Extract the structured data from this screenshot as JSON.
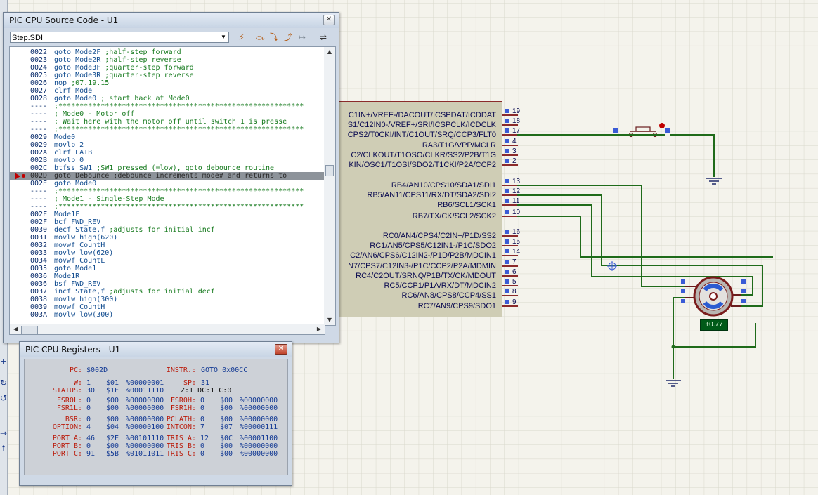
{
  "source_window": {
    "title": "PIC CPU Source Code - U1",
    "file": "Step.SDI",
    "highlight_index": 16,
    "lines": [
      {
        "addr": "0022",
        "code": "goto Mode2F",
        "comment": ";half-step forward"
      },
      {
        "addr": "0023",
        "code": "goto Mode2R",
        "comment": ";half-step reverse"
      },
      {
        "addr": "0024",
        "code": "goto Mode3F",
        "comment": ";quarter-step forward"
      },
      {
        "addr": "0025",
        "code": "goto Mode3R",
        "comment": ";quarter-step reverse"
      },
      {
        "addr": "0026",
        "code": "nop",
        "comment": ";07.19.15"
      },
      {
        "addr": "0027",
        "code": "clrf Mode",
        "comment": ""
      },
      {
        "addr": "0028",
        "code": "goto Mode0",
        "comment": "; start back at Mode0"
      },
      {
        "addr": "----",
        "code": "",
        "comment": ";**********************************************************"
      },
      {
        "addr": "----",
        "code": "",
        "comment": "; Mode0 - Motor off"
      },
      {
        "addr": "----",
        "code": "",
        "comment": "; Wait here with the motor off until switch 1 is presse"
      },
      {
        "addr": "----",
        "code": "",
        "comment": ";**********************************************************"
      },
      {
        "addr": "0029",
        "code": "Mode0",
        "comment": ""
      },
      {
        "addr": "0029",
        "code": "movlb 2",
        "comment": ""
      },
      {
        "addr": "002A",
        "code": "clrf LATB",
        "comment": ""
      },
      {
        "addr": "002B",
        "code": "movlb 0",
        "comment": ""
      },
      {
        "addr": "002C",
        "code": "btfss SW1",
        "comment": ";SW1 pressed (=low), goto debounce routine"
      },
      {
        "addr": "002D",
        "code": "goto Debounce",
        "comment": ";debounce increments mode# and returns to"
      },
      {
        "addr": "002E",
        "code": "goto Mode0",
        "comment": ""
      },
      {
        "addr": "----",
        "code": "",
        "comment": ";**********************************************************"
      },
      {
        "addr": "----",
        "code": "",
        "comment": "; Mode1 - Single-Step Mode"
      },
      {
        "addr": "----",
        "code": "",
        "comment": ";**********************************************************"
      },
      {
        "addr": "002F",
        "code": "Mode1F",
        "comment": ""
      },
      {
        "addr": "002F",
        "code": "bcf FWD_REV",
        "comment": ""
      },
      {
        "addr": "0030",
        "code": "decf State,f",
        "comment": ";adjusts for initial incf"
      },
      {
        "addr": "0031",
        "code": "movlw high(620)",
        "comment": ""
      },
      {
        "addr": "0032",
        "code": "movwf CountH",
        "comment": ""
      },
      {
        "addr": "0033",
        "code": "movlw low(620)",
        "comment": ""
      },
      {
        "addr": "0034",
        "code": "movwf CountL",
        "comment": ""
      },
      {
        "addr": "0035",
        "code": "goto Mode1",
        "comment": ""
      },
      {
        "addr": "0036",
        "code": "Mode1R",
        "comment": ""
      },
      {
        "addr": "0036",
        "code": "bsf FWD_REV",
        "comment": ""
      },
      {
        "addr": "0037",
        "code": "incf State,f",
        "comment": ";adjusts for initial decf"
      },
      {
        "addr": "0038",
        "code": "movlw high(300)",
        "comment": ""
      },
      {
        "addr": "0039",
        "code": "movwf CountH",
        "comment": ""
      },
      {
        "addr": "003A",
        "code": "movlw low(300)",
        "comment": ""
      }
    ]
  },
  "registers_window": {
    "title": "PIC CPU Registers - U1",
    "pc": {
      "label": "PC:",
      "value": "$002D"
    },
    "instr": {
      "label": "INSTR.:",
      "value": "GOTO 0x00CC"
    },
    "w": {
      "label": "W:",
      "dec": "1",
      "hex": "$01",
      "bin": "%00000001"
    },
    "sp": {
      "label": "SP:",
      "value": "31"
    },
    "status": {
      "label": "STATUS:",
      "dec": "30",
      "hex": "$1E",
      "bin": "%00011110",
      "flags": "Z:1 DC:1 C:0"
    },
    "rows": [
      [
        {
          "label": "FSR0L:",
          "dec": "0",
          "hex": "$00",
          "bin": "%00000000"
        },
        {
          "label": "FSR0H:",
          "dec": "0",
          "hex": "$00",
          "bin": "%00000000"
        }
      ],
      [
        {
          "label": "FSR1L:",
          "dec": "0",
          "hex": "$00",
          "bin": "%00000000"
        },
        {
          "label": "FSR1H:",
          "dec": "0",
          "hex": "$00",
          "bin": "%00000000"
        }
      ],
      [
        {
          "label": "BSR:",
          "dec": "0",
          "hex": "$00",
          "bin": "%00000000"
        },
        {
          "label": "PCLATH:",
          "dec": "0",
          "hex": "$00",
          "bin": "%00000000"
        }
      ],
      [
        {
          "label": "OPTION:",
          "dec": "4",
          "hex": "$04",
          "bin": "%00000100"
        },
        {
          "label": "INTCON:",
          "dec": "7",
          "hex": "$07",
          "bin": "%00000111"
        }
      ],
      [
        {
          "label": "PORT A:",
          "dec": "46",
          "hex": "$2E",
          "bin": "%00101110"
        },
        {
          "label": "TRIS A:",
          "dec": "12",
          "hex": "$0C",
          "bin": "%00001100"
        }
      ],
      [
        {
          "label": "PORT B:",
          "dec": "0",
          "hex": "$00",
          "bin": "%00000000"
        },
        {
          "label": "TRIS B:",
          "dec": "0",
          "hex": "$00",
          "bin": "%00000000"
        }
      ],
      [
        {
          "label": "PORT C:",
          "dec": "91",
          "hex": "$5B",
          "bin": "%01011011"
        },
        {
          "label": "TRIS C:",
          "dec": "0",
          "hex": "$00",
          "bin": "%00000000"
        }
      ]
    ]
  },
  "chip": {
    "pins": [
      {
        "label": "C1IN+/VREF-/DACOUT/ICSPDAT/ICDDAT",
        "num": "19"
      },
      {
        "label": "S1/C12IN0-/VREF+/SRI/ICSPCLK/ICDCLK",
        "num": "18"
      },
      {
        "label": "CPS2/T0CKI/INT/C1OUT/SRQ/CCP3/FLT0",
        "num": "17"
      },
      {
        "label": "RA3/T1G/VPP/MCLR",
        "num": "4"
      },
      {
        "label": "C2/CLKOUT/T1OSO/CLKR/SS2/P2B/T1G",
        "num": "3"
      },
      {
        "label": "KIN/OSC1/T1OSI/SDO2/T1CKI/P2A/CCP2",
        "num": "2"
      },
      {
        "label": "RB4/AN10/CPS10/SDA1/SDI1",
        "num": "13"
      },
      {
        "label": "RB5/AN11/CPS11/RX/DT/SDA2/SDI2",
        "num": "12"
      },
      {
        "label": "RB6/SCL1/SCK1",
        "num": "11"
      },
      {
        "label": "RB7/TX/CK/SCL2/SCK2",
        "num": "10"
      },
      {
        "label": "RC0/AN4/CPS4/C2IN+/P1D/SS2",
        "num": "16"
      },
      {
        "label": "RC1/AN5/CPS5/C12IN1-/P1C/SDO2",
        "num": "15"
      },
      {
        "label": "C2/AN6/CPS6/C12IN2-/P1D/P2B/MDCIN1",
        "num": "14"
      },
      {
        "label": "N7/CPS7/C12IN3-/P1C/CCP2/P2A/MDMIN",
        "num": "7"
      },
      {
        "label": "RC4/C2OUT/SRNQ/P1B/TX/CK/MDOUT",
        "num": "6"
      },
      {
        "label": "RC5/CCP1/P1A/RX/DT/MDCIN2",
        "num": "5"
      },
      {
        "label": "RC6/AN8/CPS8/CCP4/SS1",
        "num": "8"
      },
      {
        "label": "RC7/AN9/CPS9/SDO1",
        "num": "9"
      }
    ]
  },
  "motor": {
    "voltage": "+0.77"
  },
  "colors": {
    "wire": "#1f6b1a",
    "chip_border": "#8b2b2b",
    "chip_fill": "#cfcdb5",
    "grid": "#d9d8cc",
    "code_text": "#114c8f",
    "reg_label": "#ba1a0a",
    "reg_value": "#133a94"
  }
}
